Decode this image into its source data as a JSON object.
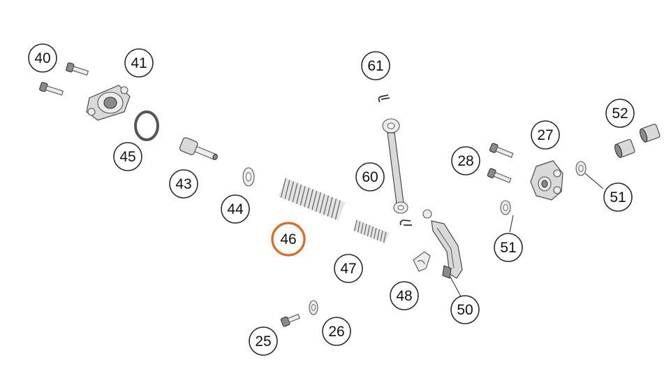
{
  "diagram": {
    "callouts": [
      {
        "id": "c40",
        "label": "40"
      },
      {
        "id": "c41",
        "label": "41"
      },
      {
        "id": "c45",
        "label": "45"
      },
      {
        "id": "c43",
        "label": "43"
      },
      {
        "id": "c44",
        "label": "44"
      },
      {
        "id": "c46",
        "label": "46",
        "highlighted": true
      },
      {
        "id": "c47",
        "label": "47"
      },
      {
        "id": "c25",
        "label": "25"
      },
      {
        "id": "c26",
        "label": "26"
      },
      {
        "id": "c48",
        "label": "48"
      },
      {
        "id": "c61",
        "label": "61"
      },
      {
        "id": "c60",
        "label": "60"
      },
      {
        "id": "c50",
        "label": "50"
      },
      {
        "id": "c28",
        "label": "28"
      },
      {
        "id": "c27",
        "label": "27"
      },
      {
        "id": "c51a",
        "label": "51"
      },
      {
        "id": "c51b",
        "label": "51"
      },
      {
        "id": "c52",
        "label": "52"
      }
    ],
    "highlight_color": "#e06a1b"
  }
}
